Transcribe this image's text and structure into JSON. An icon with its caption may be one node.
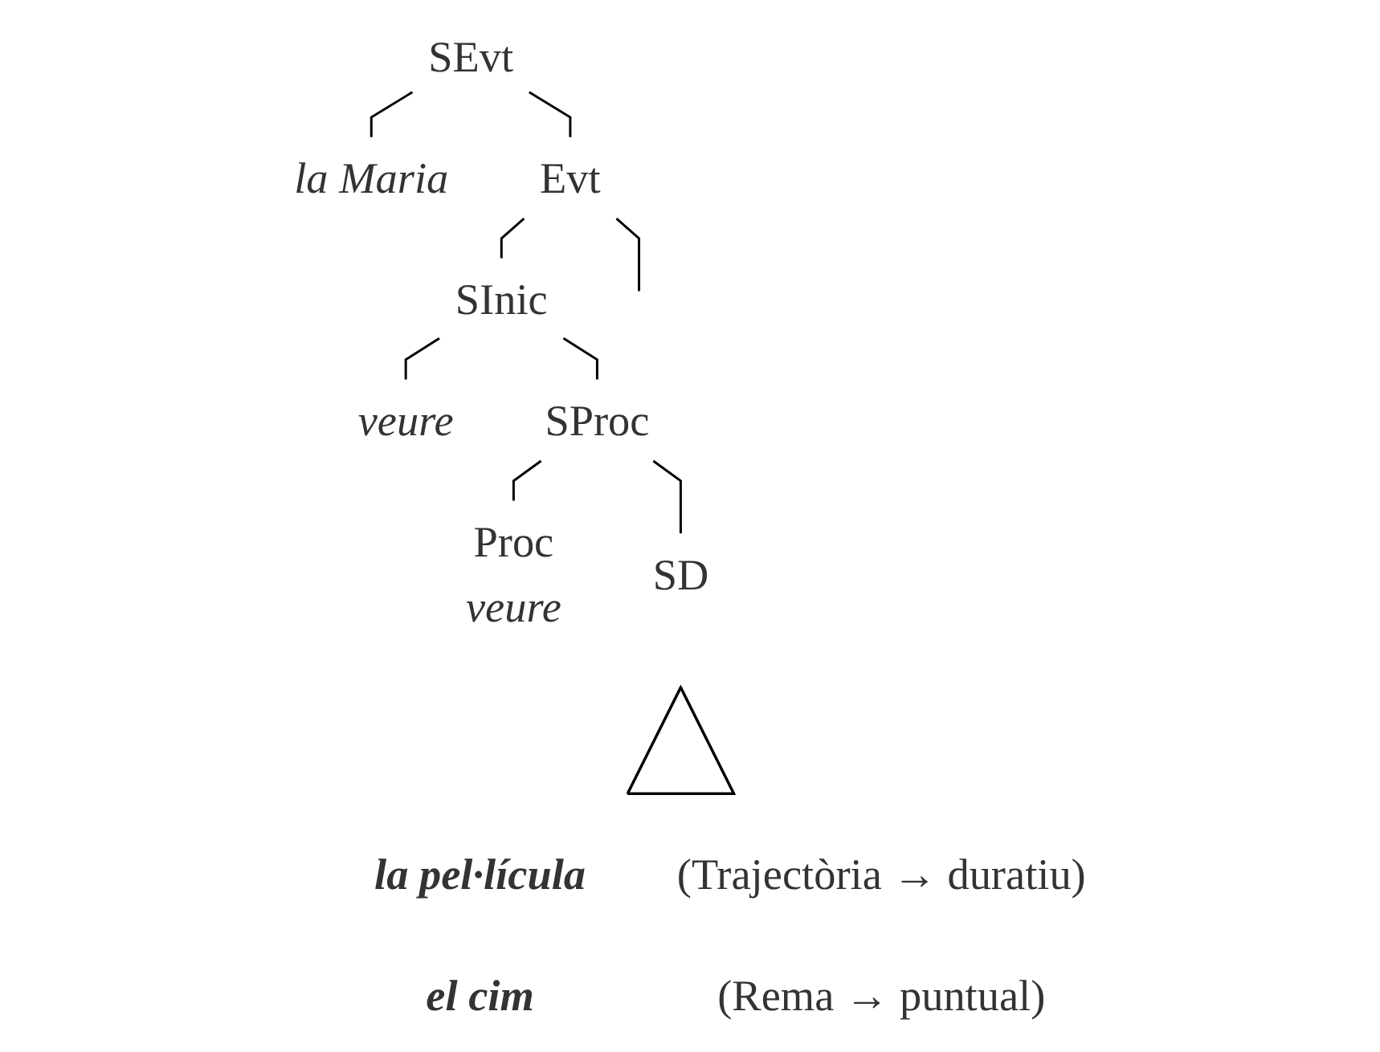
{
  "diagram": {
    "nodes": [
      {
        "text": [
          "SEvt"
        ]
      },
      {
        "text": [
          "la Maria"
        ]
      },
      {
        "text": [
          "Evt"
        ]
      },
      {
        "text": [
          "SInic"
        ]
      },
      {
        "text": [
          "veure"
        ]
      },
      {
        "text": [
          "SProc"
        ]
      },
      {
        "text": [
          "Proc"
        ],
        "beside": [
          "veure"
        ]
      },
      {
        "text": [
          "SD"
        ]
      },
      {
        "text": [],
        "shape": "triangle",
        "beside": [
          "la pel·lícula",
          "(Trajectòria → duratiu)",
          "el cim",
          "(Rema → puntual)"
        ]
      }
    ],
    "edges": [
      {
        "from": 0,
        "to": 1,
        "arrow": "none"
      },
      {
        "from": 0,
        "to": 2,
        "arrow": "none"
      },
      {
        "from": 2,
        "to": null,
        "arrow": "none"
      },
      {
        "from": 2,
        "to": 3,
        "arrow": "none"
      },
      {
        "from": 3,
        "to": 4,
        "arrow": "none"
      },
      {
        "from": 3,
        "to": 5,
        "arrow": "none"
      },
      {
        "from": 5,
        "to": 6,
        "arrow": "none"
      },
      {
        "from": 5,
        "to": 7,
        "arrow": "none"
      }
    ]
  }
}
